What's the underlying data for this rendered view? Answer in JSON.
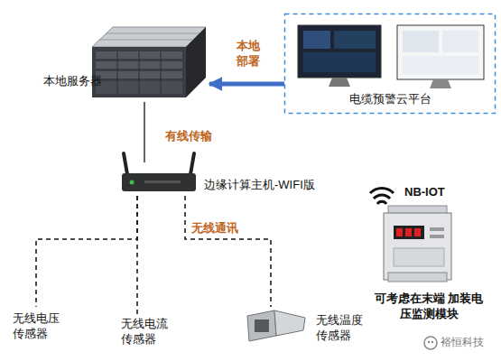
{
  "diagram": {
    "nodes": [
      {
        "text": [
          "本地服务器"
        ]
      },
      {
        "text": [
          "电缆预警云平台"
        ]
      },
      {
        "text": [
          "边缘计算主机-WIFI版"
        ]
      },
      {
        "text": [
          "无线电压 传感器"
        ]
      },
      {
        "text": [
          "无线电流 传感器"
        ]
      },
      {
        "text": [
          "无线温度 传感器"
        ]
      },
      {
        "text": [
          "NB-IOT",
          "可考虑在末端 加装电压监测模块"
        ]
      }
    ],
    "edges": [
      {
        "from": 1,
        "to": 0,
        "arrow": "to",
        "label": "本地 部署"
      },
      {
        "from": 0,
        "to": 2,
        "arrow": "none",
        "label": "有线传输"
      },
      {
        "from": 2,
        "to": 3,
        "arrow": "none"
      },
      {
        "from": 2,
        "to": 4,
        "arrow": "none"
      },
      {
        "from": 2,
        "to": 5,
        "arrow": "none",
        "label": "无线通讯"
      }
    ],
    "labels": [
      "裕恒科技"
    ]
  }
}
